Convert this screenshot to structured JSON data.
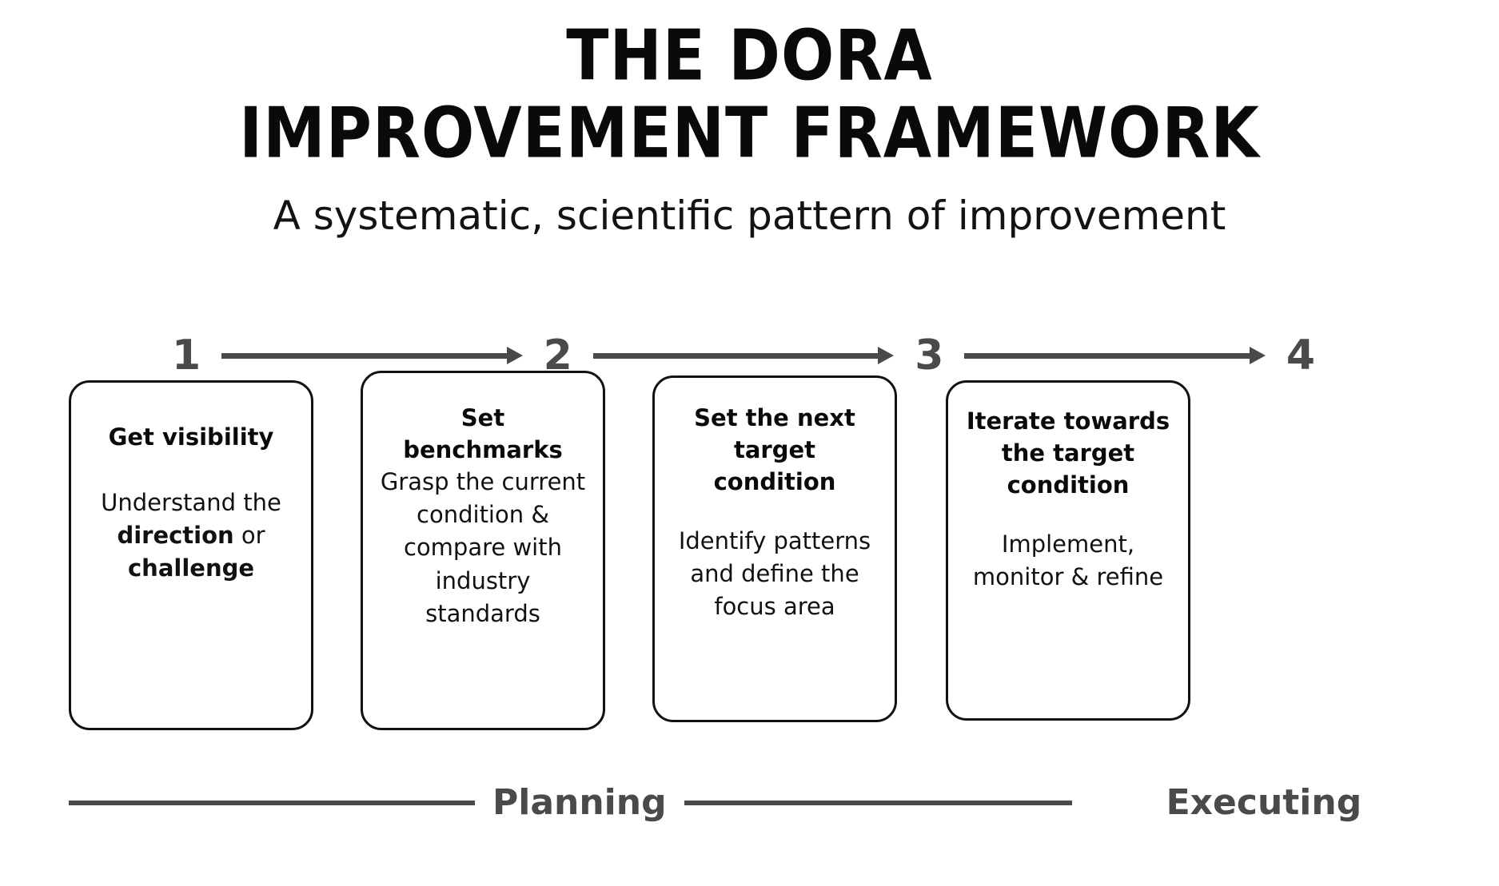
{
  "title": {
    "line1": "THE DORA",
    "line2": "IMPROVEMENT FRAMEWORK"
  },
  "subtitle": "A systematic, scientific pattern of improvement",
  "steps": [
    {
      "number": "1"
    },
    {
      "number": "2"
    },
    {
      "number": "3"
    },
    {
      "number": "4"
    }
  ],
  "cards": [
    {
      "heading": "Get visibility",
      "body_prefix": "Understand the ",
      "body_bold_1": "direction",
      "body_mid": " or ",
      "body_bold_2": "challenge",
      "body_suffix": ""
    },
    {
      "heading": "Set benchmarks",
      "body": "Grasp the current condition & compare with industry standards"
    },
    {
      "heading": "Set the next target condition",
      "body": "Identify patterns and define the focus area"
    },
    {
      "heading": "Iterate towards the target condition",
      "body": "Implement, monitor & refine"
    }
  ],
  "legend": {
    "planning": "Planning",
    "executing": "Executing"
  },
  "colors": {
    "accent_gray": "#4a4a4a",
    "text_black": "#0a0a0a",
    "card_border": "#111111",
    "background": "#ffffff"
  }
}
